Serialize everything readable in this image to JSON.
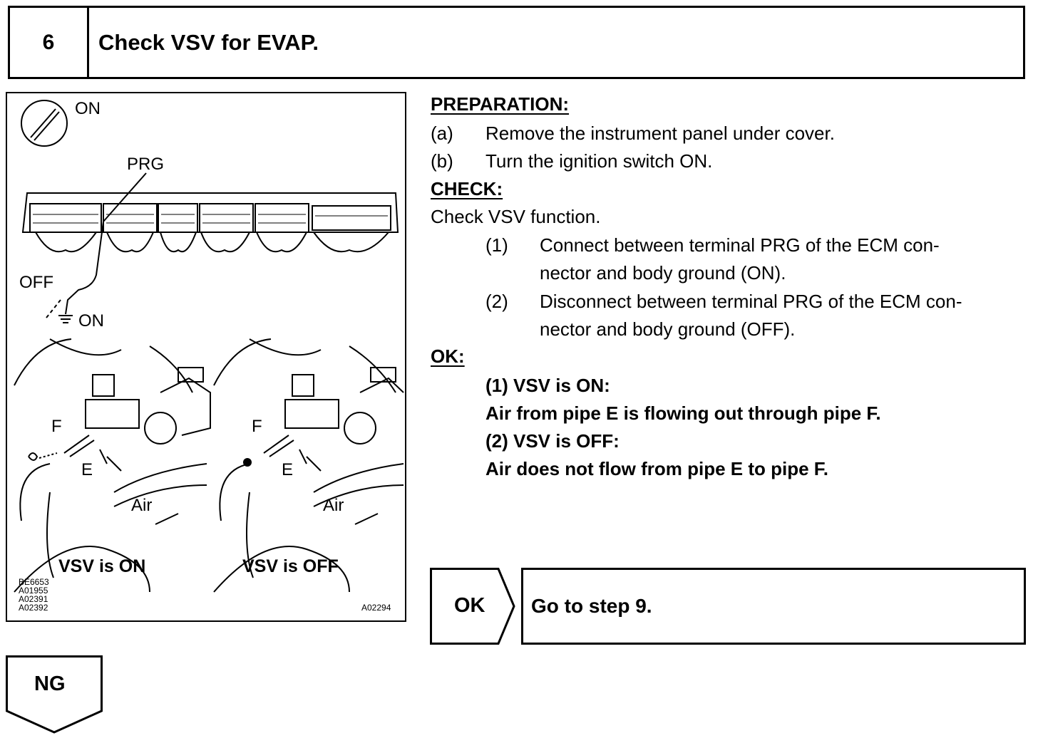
{
  "header": {
    "step_number": "6",
    "title": "Check VSV for EVAP."
  },
  "figure": {
    "labels": {
      "switch_on": "ON",
      "prg": "PRG",
      "off": "OFF",
      "ground_on": "ON",
      "f_left": "F",
      "e_left": "E",
      "air_left": "Air",
      "f_right": "F",
      "e_right": "E",
      "air_right": "Air"
    },
    "captions": {
      "left": "VSV is ON",
      "right": "VSV is OFF"
    },
    "codes": [
      "BE6653",
      "A01955",
      "A02391",
      "A02392"
    ],
    "code_right": "A02294"
  },
  "preparation": {
    "heading": "PREPARATION:",
    "steps": [
      {
        "marker": "(a)",
        "text": "Remove the instrument panel under cover."
      },
      {
        "marker": "(b)",
        "text": "Turn the ignition switch ON."
      }
    ]
  },
  "check": {
    "heading": "CHECK:",
    "intro": "Check VSV function.",
    "steps": [
      {
        "marker": "(1)",
        "line1": "Connect between terminal PRG of the ECM con-",
        "line2": "nector and body ground (ON)."
      },
      {
        "marker": "(2)",
        "line1": "Disconnect between terminal PRG of the ECM con-",
        "line2": "nector and body ground (OFF)."
      }
    ]
  },
  "ok_spec": {
    "heading": "OK:",
    "lines": [
      "(1) VSV is ON:",
      "Air from pipe E is flowing out through pipe F.",
      "(2) VSV is OFF:",
      "Air does not flow from pipe E to pipe F."
    ]
  },
  "ok_branch": {
    "label": "OK",
    "action": "Go to step 9."
  },
  "ng_branch": {
    "label": "NG"
  }
}
